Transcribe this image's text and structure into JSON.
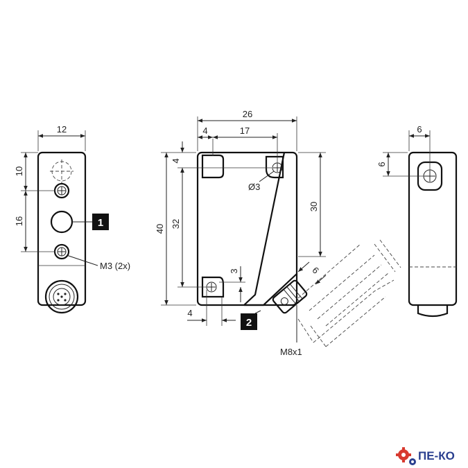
{
  "dimensions": {
    "left_width": "12",
    "left_top": "10",
    "left_spacing": "16",
    "screw_label": "M3 (2x)",
    "total_width": "26",
    "offset_4_top": "4",
    "hole_offset": "17",
    "offset_4_side": "4",
    "total_height": "40",
    "hole_spacing": "32",
    "hole_diameter": "Ø3",
    "bottom_hole_offset": "3",
    "bottom_offset_4": "4",
    "right_height": "30",
    "connector_offset": "6",
    "connector_label": "M8x1",
    "right_width": "6",
    "right_hole_offset": "6"
  },
  "callouts": {
    "one": "1",
    "two": "2"
  },
  "logo": {
    "text": "ПЕ-КО",
    "colors": {
      "gear": "#d83a2f",
      "text": "#2a3f8f"
    }
  }
}
